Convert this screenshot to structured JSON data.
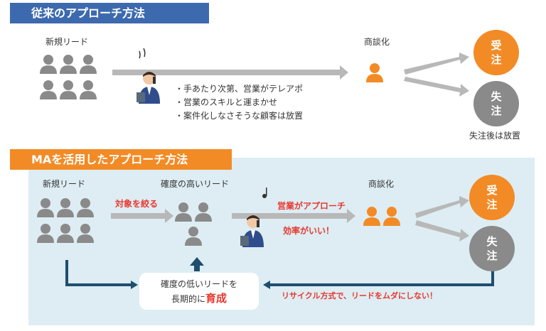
{
  "section1": {
    "header": "従来のアプローチ方法",
    "new_leads_label": "新規リード",
    "deal_label": "商談化",
    "bullets": [
      "・手あたり次第、営業がテレアポ",
      "・営業のスキルと運まかせ",
      "・案件化しなさそうな顧客は放置"
    ],
    "won": "受注",
    "lost": "失注",
    "lost_note": "失注後は放置"
  },
  "section2": {
    "header": "MAを活用したアプローチ方法",
    "new_leads_label": "新規リード",
    "arrow1_label": "対象を絞る",
    "hot_leads_label": "確度の高いリード",
    "sales_label": "営業がアプローチ",
    "efficiency_label": "効率がいい！",
    "deal_label": "商談化",
    "won": "受注",
    "lost": "失注",
    "nurture_line1": "確度の低いリードを",
    "nurture_line2_prefix": "長期的に",
    "nurture_line2_emph": "育成",
    "recycle_label": "リサイクル方式で、リードをムダにしない！"
  },
  "colors": {
    "header1": "#3d6aae",
    "header2": "#f28b26",
    "panel2": "#ddedf3",
    "person_gray": "#8a8a8a",
    "person_orange": "#f28b26",
    "arrow_gray": "#b8b8b8",
    "accent_red": "#e8382f",
    "loop_navy": "#1f4e6e"
  }
}
